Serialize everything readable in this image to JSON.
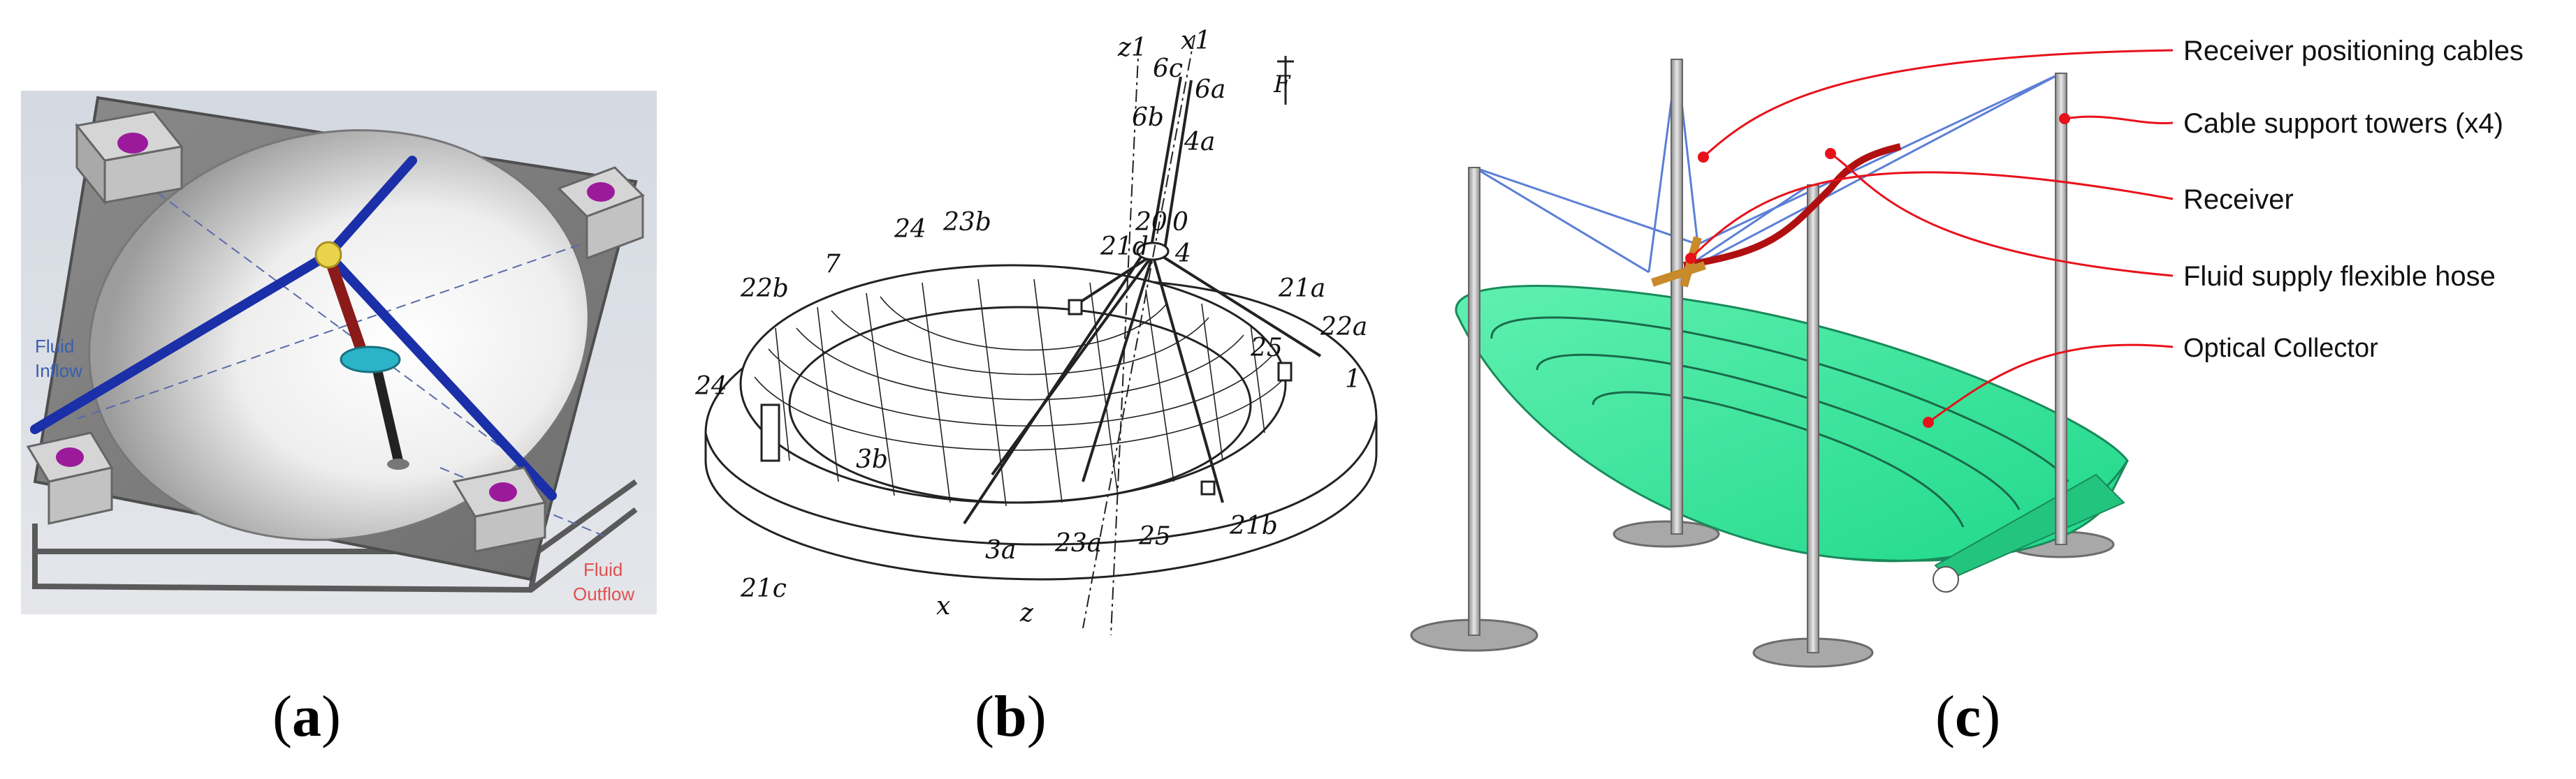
{
  "panel_a": {
    "labels": {
      "fluid_inflow_1": "Fluid",
      "fluid_inflow_2": "Inflow",
      "fluid_outflow_1": "Fluid",
      "fluid_outflow_2": "Outflow"
    },
    "colors": {
      "pipe": "#1a2fa8",
      "motor": "#9b1a9b",
      "outflow_label": "#e05050",
      "inflow_label": "#3a5fb0"
    }
  },
  "panel_b": {
    "labels": {
      "z1": "z1",
      "x1": "x1",
      "l6c": "6c",
      "l6a": "6a",
      "l6b": "6b",
      "l4a": "4a",
      "l20": "20",
      "l0": "0",
      "l4": "4",
      "l21d": "21d",
      "l21a": "21a",
      "l24a": "24",
      "l23b": "23b",
      "l22b": "22b",
      "l7": "7",
      "l22a": "22a",
      "l25a": "25",
      "l1": "1",
      "l24b": "24",
      "l3b": "3b",
      "l21c": "21c",
      "l3a": "3a",
      "l23a": "23a",
      "l25b": "25",
      "l21b": "21b",
      "lx": "x",
      "lz": "z",
      "lF": "F"
    }
  },
  "panel_c": {
    "callouts": [
      "Receiver positioning cables",
      "Cable support towers (x4)",
      "Receiver",
      "Fluid supply flexible hose",
      "Optical Collector"
    ],
    "colors": {
      "collector": "#29e38f",
      "leader": "#e8111a",
      "cable": "#5b7fd6",
      "hose": "#b01010"
    }
  },
  "captions": {
    "a": "a",
    "b": "b",
    "c": "c"
  }
}
